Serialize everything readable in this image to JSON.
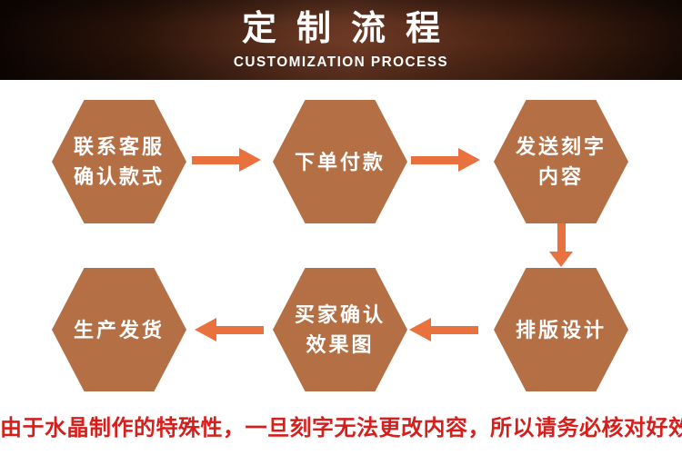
{
  "header": {
    "title": "定制流程",
    "subtitle": "CUSTOMIZATION PROCESS"
  },
  "flow": {
    "steps": [
      {
        "order": 1,
        "lines": [
          "联系客服",
          "确认款式"
        ]
      },
      {
        "order": 2,
        "lines": [
          "下单付款"
        ]
      },
      {
        "order": 3,
        "lines": [
          "发送刻字",
          "内容"
        ]
      },
      {
        "order": 4,
        "lines": [
          "排版设计"
        ]
      },
      {
        "order": 5,
        "lines": [
          "买家确认",
          "效果图"
        ]
      },
      {
        "order": 6,
        "lines": [
          "生产发货"
        ]
      }
    ],
    "arrows": [
      {
        "from": 1,
        "to": 2,
        "direction": "right"
      },
      {
        "from": 2,
        "to": 3,
        "direction": "right"
      },
      {
        "from": 3,
        "to": 4,
        "direction": "down"
      },
      {
        "from": 4,
        "to": 5,
        "direction": "left"
      },
      {
        "from": 5,
        "to": 6,
        "direction": "left"
      }
    ]
  },
  "footer": {
    "warning": "由于水晶制作的特殊性，一旦刻字无法更改内容，所以请务必核对好效果图"
  },
  "colors": {
    "hexagon": "#b56f45",
    "arrow": "#e8713e",
    "warning_text": "#d51f1d",
    "banner_center": "#6e3a25",
    "banner_edge": "#150703",
    "text_on_dark": "#ffffff"
  }
}
